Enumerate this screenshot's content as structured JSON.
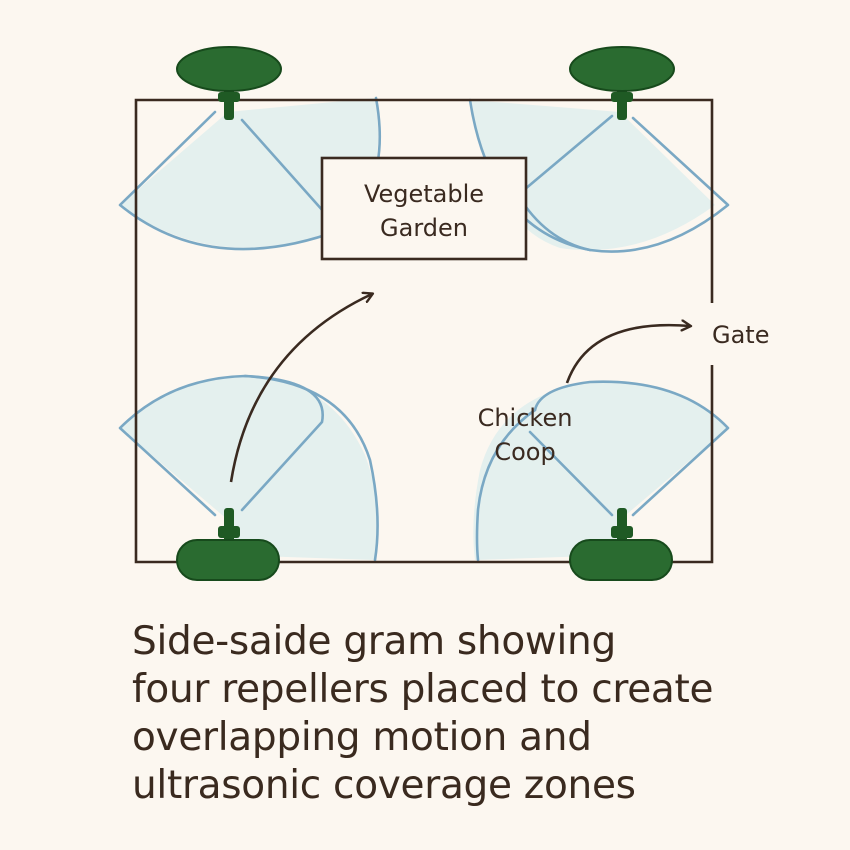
{
  "labels": {
    "garden": [
      "Vegetable",
      "Garden"
    ],
    "coop": [
      "Chicken",
      "Coop"
    ],
    "gate": "Gate"
  },
  "caption": [
    "Side-saide gram showing",
    "four repellers placed to create",
    "overlapping motion and",
    "ultrasonic coverage zones"
  ],
  "colors": {
    "background": "#fcf7f0",
    "outline": "#3a2a20",
    "zone_fill": "#e4f0ee",
    "zone_stroke": "#7aa8c4",
    "repeller": "#2a6b30",
    "repeller_dark": "#174a1c"
  },
  "icons": [
    "repeller-icon",
    "arrow-icon"
  ]
}
